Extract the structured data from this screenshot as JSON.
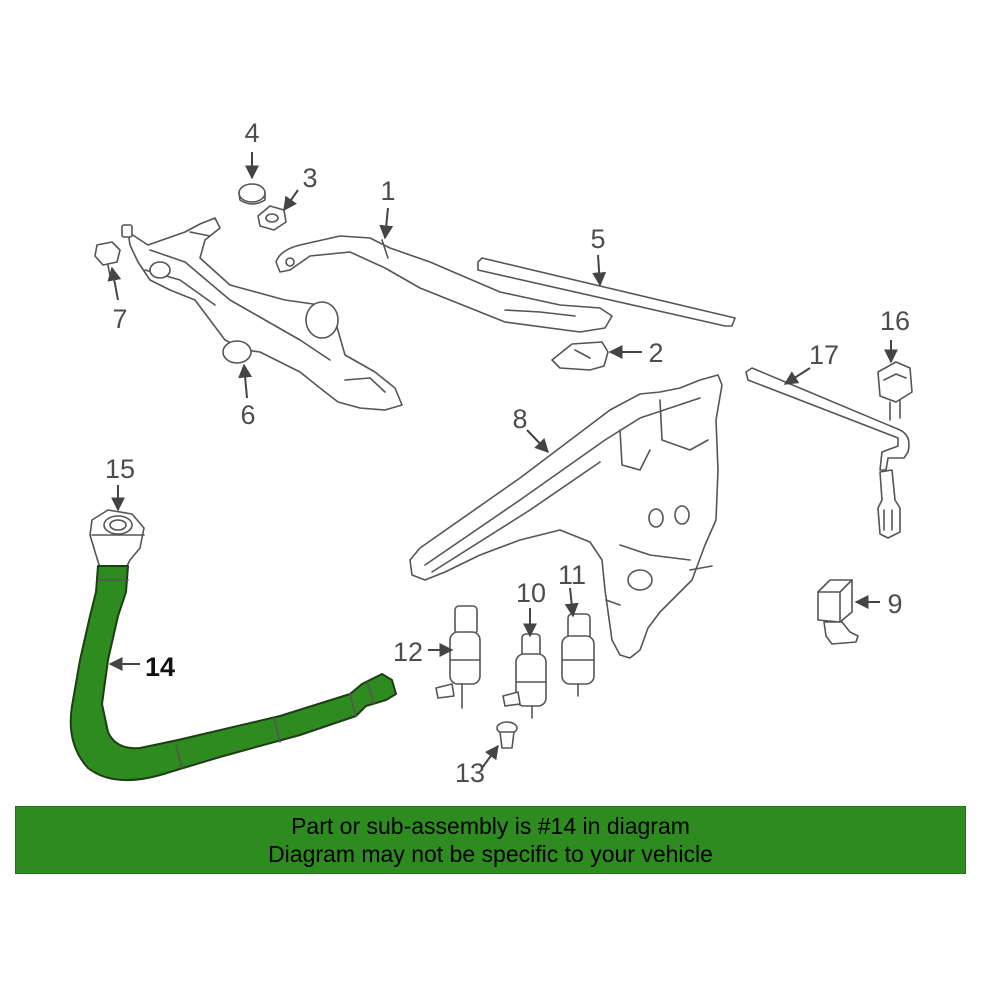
{
  "colors": {
    "highlight": "#2e8b1f",
    "banner": "#2e8b1f",
    "outline": "#555555",
    "label": "#4d4d4d"
  },
  "callouts": {
    "c1": "1",
    "c2": "2",
    "c3": "3",
    "c4": "4",
    "c5": "5",
    "c6": "6",
    "c7": "7",
    "c8": "8",
    "c9": "9",
    "c10": "10",
    "c11": "11",
    "c12": "12",
    "c13": "13",
    "c14": "14",
    "c15": "15",
    "c16": "16",
    "c17": "17"
  },
  "highlighted_part": "14",
  "banner": {
    "line1": "Part or sub-assembly is #14 in diagram",
    "line2": "Diagram may not be specific to your vehicle"
  }
}
